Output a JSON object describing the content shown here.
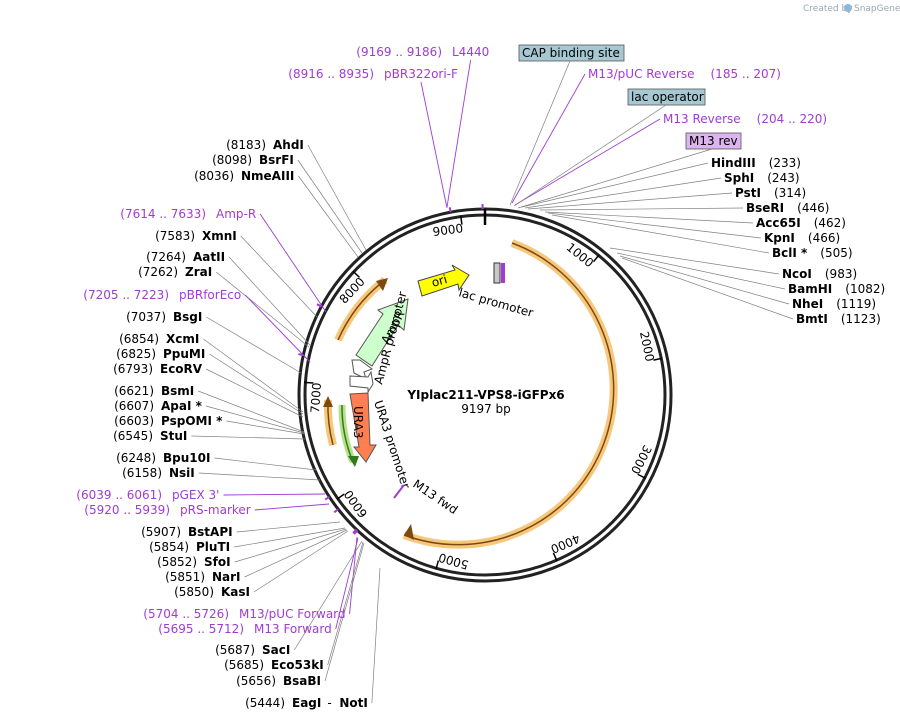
{
  "credit": {
    "text": "Created by",
    "brand": "SnapGene"
  },
  "plasmid": {
    "name": "YIplac211-VPS8-iGFPx6",
    "length_label": "9197 bp",
    "length": 9197
  },
  "tick_labels": [
    "1000",
    "2000",
    "3000",
    "4000",
    "5000",
    "6000",
    "7000",
    "8000",
    "9000"
  ],
  "features": [
    {
      "name": "ori",
      "color": "#ffff00"
    },
    {
      "name": "AmpR",
      "color": "#ccffcc"
    },
    {
      "name": "AmpR promoter",
      "color": "#ffffff"
    },
    {
      "name": "URA3 promoter",
      "color": "#ffffff"
    },
    {
      "name": "URA3",
      "color": "#ff7f50"
    },
    {
      "name": "lac promoter",
      "color": "#ffffff"
    },
    {
      "name": "M13 fwd",
      "color": "#a03cd2"
    }
  ],
  "boxed_labels": [
    {
      "text": "CAP binding site",
      "color": "#a6c8d2"
    },
    {
      "text": "lac operator",
      "color": "#a6c8d2"
    },
    {
      "text": "M13 rev",
      "color": "#dcb4f0"
    }
  ],
  "right_labels": [
    {
      "name": "M13/pUC Reverse",
      "pos": "(185 .. 207)",
      "type": "primer"
    },
    {
      "name": "M13 Reverse",
      "pos": "(204 .. 220)",
      "type": "primer"
    },
    {
      "name": "HindIII",
      "pos": "(233)",
      "type": "enzyme"
    },
    {
      "name": "SphI",
      "pos": "(243)",
      "type": "enzyme"
    },
    {
      "name": "PstI",
      "pos": "(314)",
      "type": "enzyme"
    },
    {
      "name": "BseRI",
      "pos": "(446)",
      "type": "enzyme"
    },
    {
      "name": "Acc65I",
      "pos": "(462)",
      "type": "enzyme"
    },
    {
      "name": "KpnI",
      "pos": "(466)",
      "type": "enzyme"
    },
    {
      "name": "BclI *",
      "pos": "(505)",
      "type": "enzyme"
    },
    {
      "name": "NcoI",
      "pos": "(983)",
      "type": "enzyme"
    },
    {
      "name": "BamHI",
      "pos": "(1082)",
      "type": "enzyme"
    },
    {
      "name": "NheI",
      "pos": "(1119)",
      "type": "enzyme"
    },
    {
      "name": "BmtI",
      "pos": "(1123)",
      "type": "enzyme"
    }
  ],
  "left_labels": [
    {
      "name": "L4440",
      "pos": "(9169 .. 9186)",
      "type": "primer"
    },
    {
      "name": "pBR322ori-F",
      "pos": "(8916 .. 8935)",
      "type": "primer"
    },
    {
      "name": "AhdI",
      "pos": "(8183)",
      "type": "enzyme"
    },
    {
      "name": "BsrFI",
      "pos": "(8098)",
      "type": "enzyme"
    },
    {
      "name": "NmeAIII",
      "pos": "(8036)",
      "type": "enzyme"
    },
    {
      "name": "Amp-R",
      "pos": "(7614 .. 7633)",
      "type": "primer"
    },
    {
      "name": "XmnI",
      "pos": "(7583)",
      "type": "enzyme"
    },
    {
      "name": "AatII",
      "pos": "(7264)",
      "type": "enzyme"
    },
    {
      "name": "ZraI",
      "pos": "(7262)",
      "type": "enzyme"
    },
    {
      "name": "pBRforEco",
      "pos": "(7205 .. 7223)",
      "type": "primer"
    },
    {
      "name": "BsgI",
      "pos": "(7037)",
      "type": "enzyme"
    },
    {
      "name": "XcmI",
      "pos": "(6854)",
      "type": "enzyme"
    },
    {
      "name": "PpuMI",
      "pos": "(6825)",
      "type": "enzyme"
    },
    {
      "name": "EcoRV",
      "pos": "(6793)",
      "type": "enzyme"
    },
    {
      "name": "BsmI",
      "pos": "(6621)",
      "type": "enzyme"
    },
    {
      "name": "ApaI *",
      "pos": "(6607)",
      "type": "enzyme"
    },
    {
      "name": "PspOMI *",
      "pos": "(6603)",
      "type": "enzyme"
    },
    {
      "name": "StuI",
      "pos": "(6545)",
      "type": "enzyme"
    },
    {
      "name": "Bpu10I",
      "pos": "(6248)",
      "type": "enzyme"
    },
    {
      "name": "NsiI",
      "pos": "(6158)",
      "type": "enzyme"
    },
    {
      "name": "pGEX 3'",
      "pos": "(6039 .. 6061)",
      "type": "primer"
    },
    {
      "name": "pRS-marker",
      "pos": "(5920 .. 5939)",
      "type": "primer"
    },
    {
      "name": "BstAPI",
      "pos": "(5907)",
      "type": "enzyme"
    },
    {
      "name": "PluTI",
      "pos": "(5854)",
      "type": "enzyme"
    },
    {
      "name": "SfoI",
      "pos": "(5852)",
      "type": "enzyme"
    },
    {
      "name": "NarI",
      "pos": "(5851)",
      "type": "enzyme"
    },
    {
      "name": "KasI",
      "pos": "(5850)",
      "type": "enzyme"
    },
    {
      "name": "M13/pUC Forward",
      "pos": "(5704 .. 5726)",
      "type": "primer"
    },
    {
      "name": "M13 Forward",
      "pos": "(5695 .. 5712)",
      "type": "primer"
    },
    {
      "name": "SacI",
      "pos": "(5687)",
      "type": "enzyme"
    },
    {
      "name": "Eco53kI",
      "pos": "(5685)",
      "type": "enzyme"
    },
    {
      "name": "BsaBI",
      "pos": "(5656)",
      "type": "enzyme"
    },
    {
      "name": "EagI",
      "pos": "(5444)",
      "type": "enzyme"
    },
    {
      "name": "NotI",
      "pos": "",
      "type": "enzyme"
    }
  ],
  "join_separator": "-"
}
